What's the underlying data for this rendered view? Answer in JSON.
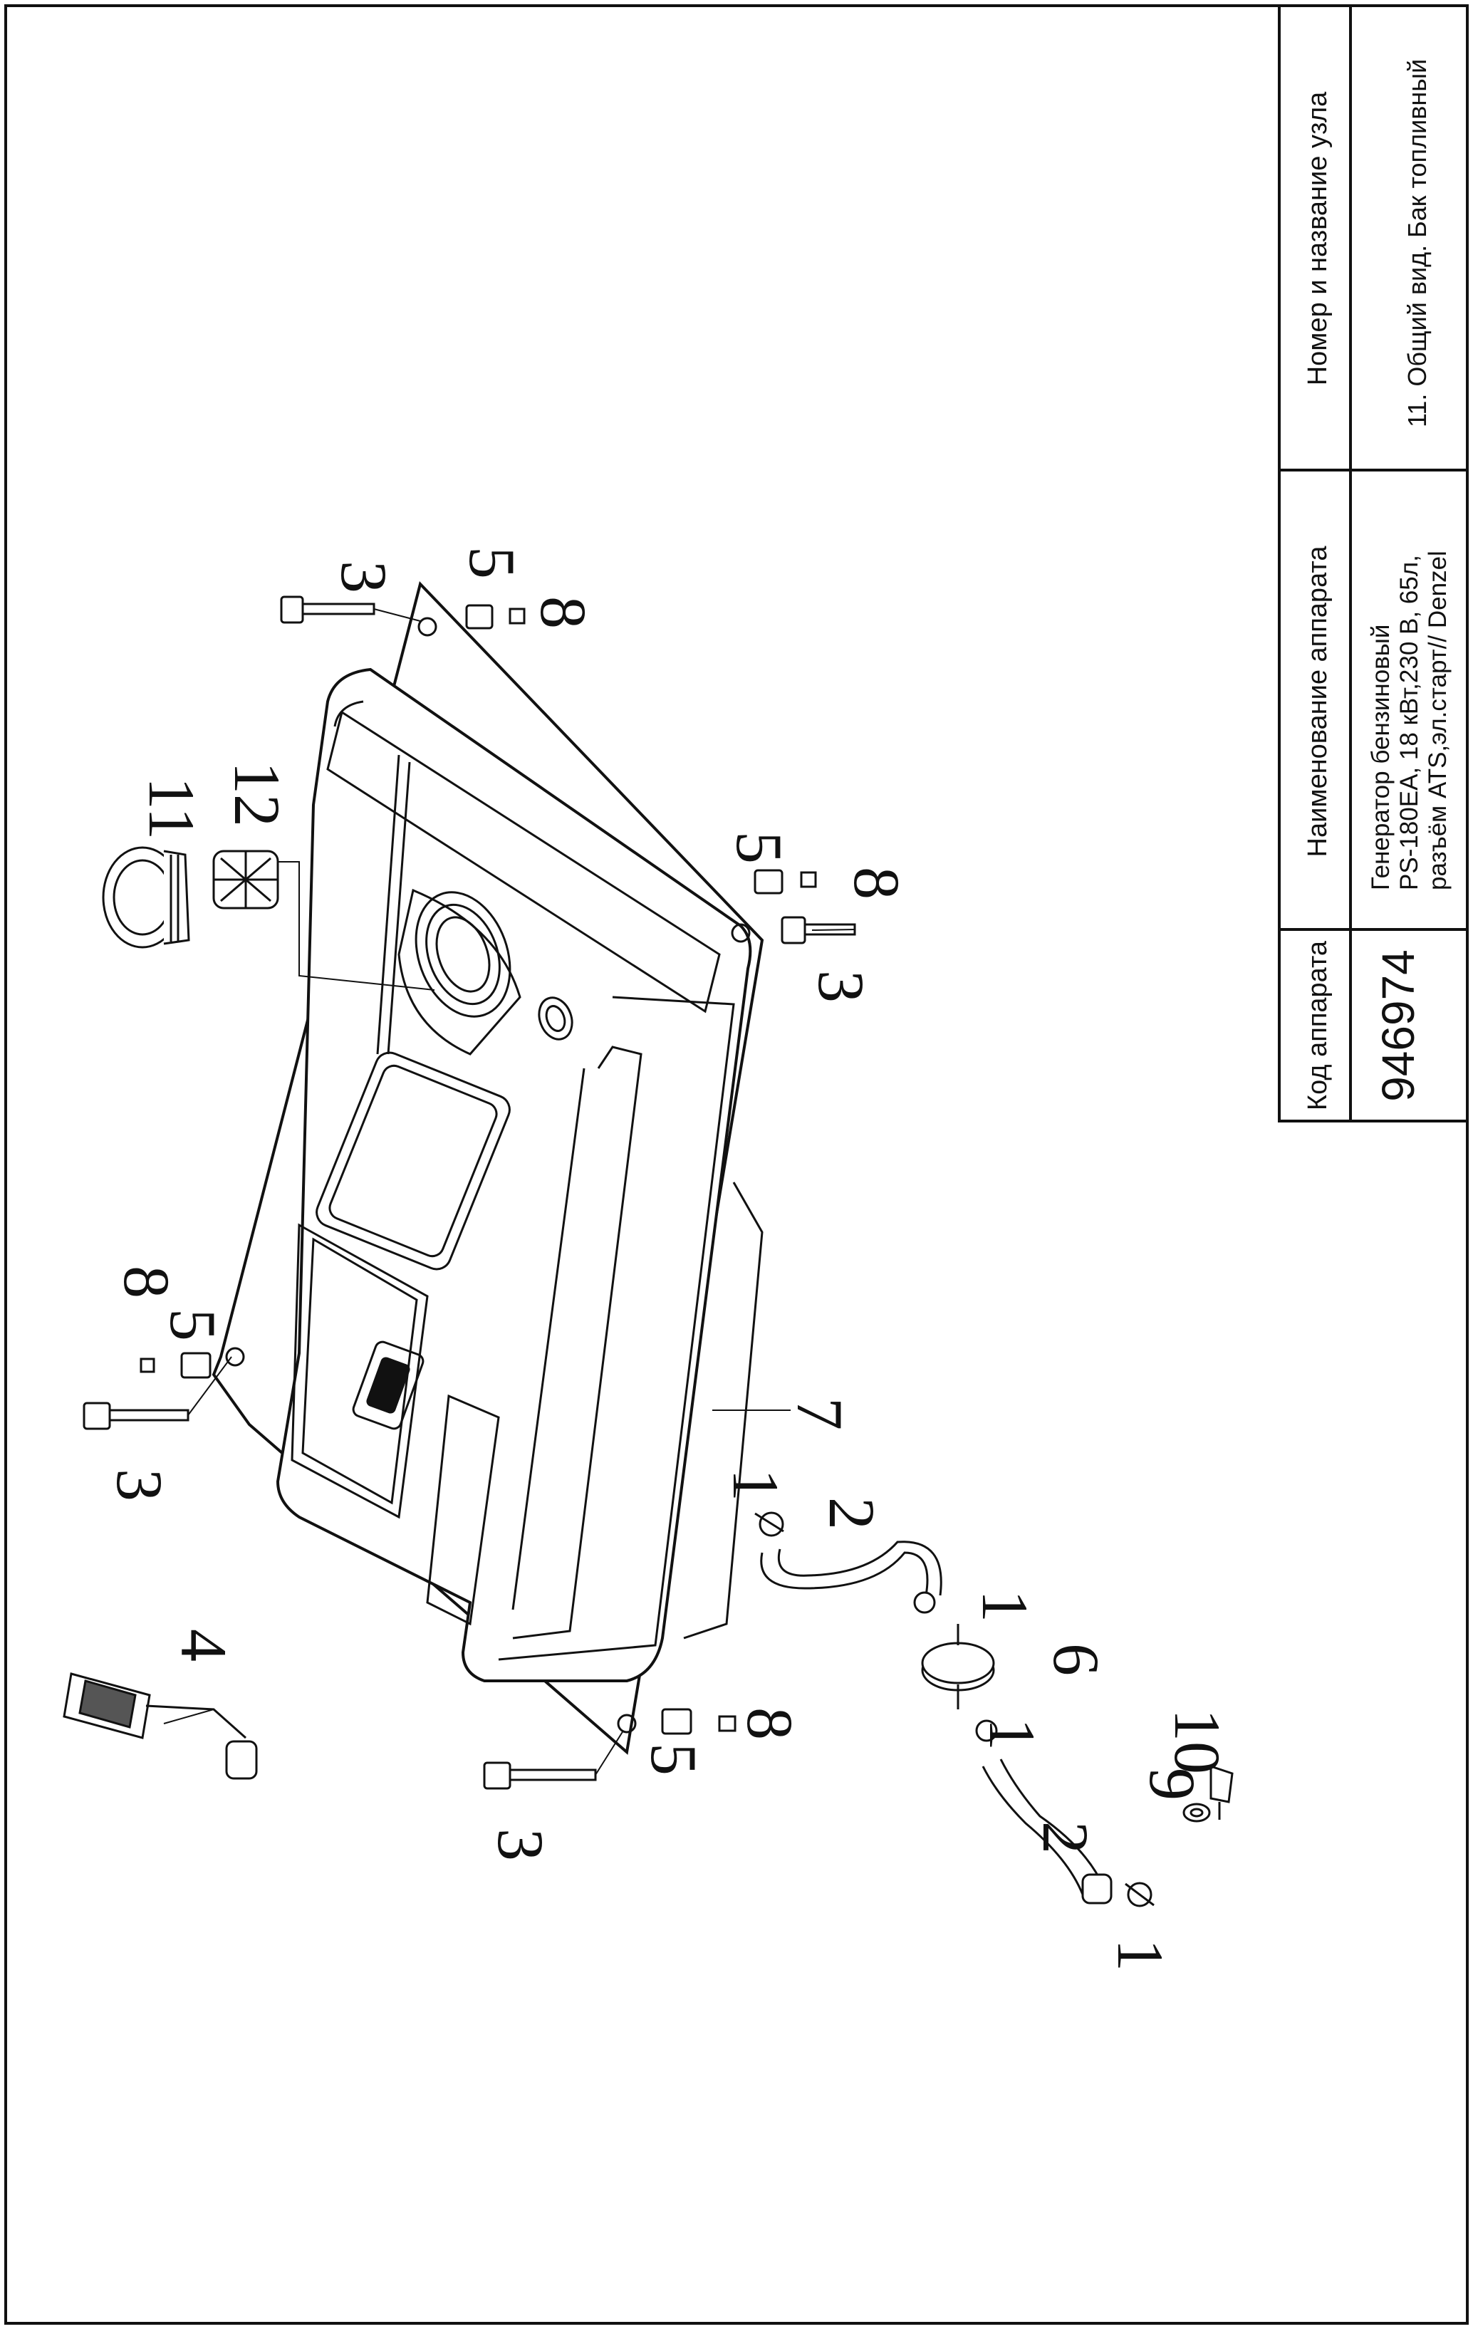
{
  "title_block": {
    "col_code_header": "Код аппарата",
    "col_device_header": "Наименование аппарата",
    "col_unit_header": "Номер и название узла",
    "code_value": "946974",
    "device_name_lines": [
      "Генератор бензиновый",
      "PS-180EA, 18 кВт,230 В, 65л,",
      "разъём ATS,эл.старт// Denzel"
    ],
    "unit_name": "11. Общий вид. Бак топливный"
  },
  "callouts": {
    "n1": "1",
    "n2": "2",
    "n3": "3",
    "n4": "4",
    "n5": "5",
    "n6": "6",
    "n7": "7",
    "n8": "8",
    "n9": "9",
    "n10": "10",
    "n11": "11",
    "n12": "12"
  }
}
